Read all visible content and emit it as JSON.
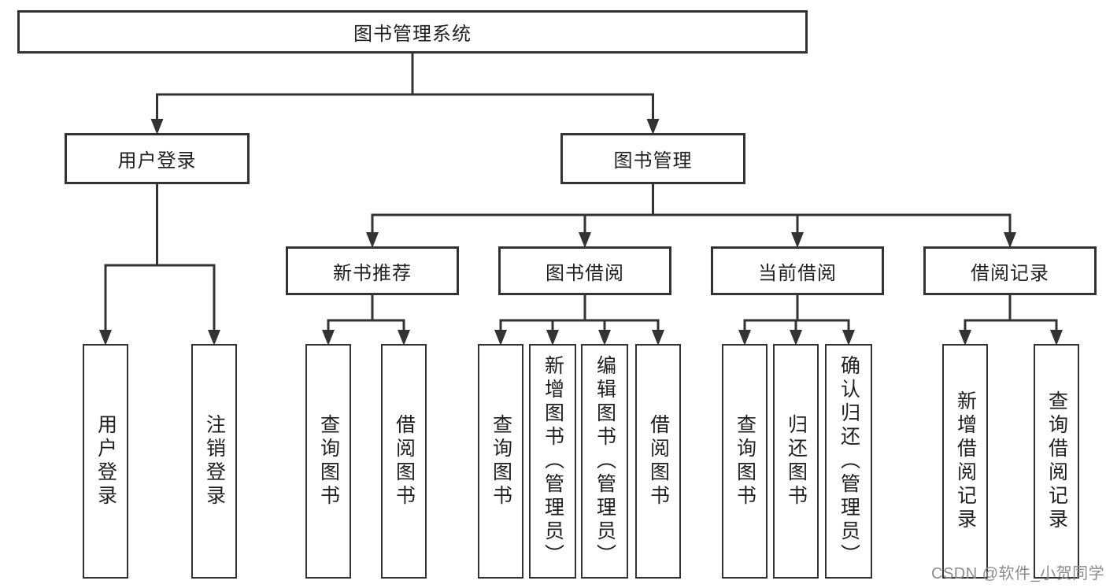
{
  "diagram": {
    "title": "图书管理系统",
    "nodes": [
      {
        "id": "root",
        "label": "图书管理系统",
        "vertical": false
      },
      {
        "id": "user-login",
        "label": "用户登录",
        "parent": "root",
        "vertical": false
      },
      {
        "id": "book-mgmt",
        "label": "图书管理",
        "parent": "root",
        "vertical": false
      },
      {
        "id": "new-rec",
        "label": "新书推荐",
        "parent": "book-mgmt",
        "vertical": false
      },
      {
        "id": "book-borrow",
        "label": "图书借阅",
        "parent": "book-mgmt",
        "vertical": false
      },
      {
        "id": "current-borrow",
        "label": "当前借阅",
        "parent": "book-mgmt",
        "vertical": false
      },
      {
        "id": "borrow-records",
        "label": "借阅记录",
        "parent": "book-mgmt",
        "vertical": false
      },
      {
        "id": "leaf-user-login",
        "label": "用户登录",
        "parent": "user-login",
        "vertical": true
      },
      {
        "id": "leaf-logout",
        "label": "注销登录",
        "parent": "user-login",
        "vertical": true
      },
      {
        "id": "leaf-nr-query",
        "label": "查询图书",
        "parent": "new-rec",
        "vertical": true
      },
      {
        "id": "leaf-nr-borrow",
        "label": "借阅图书",
        "parent": "new-rec",
        "vertical": true
      },
      {
        "id": "leaf-bb-query",
        "label": "查询图书",
        "parent": "book-borrow",
        "vertical": true
      },
      {
        "id": "leaf-bb-add",
        "label": "新增图书（管理员）",
        "parent": "book-borrow",
        "vertical": true
      },
      {
        "id": "leaf-bb-edit",
        "label": "编辑图书（管理员）",
        "parent": "book-borrow",
        "vertical": true
      },
      {
        "id": "leaf-bb-borrow",
        "label": "借阅图书",
        "parent": "book-borrow",
        "vertical": true
      },
      {
        "id": "leaf-cb-query",
        "label": "查询图书",
        "parent": "current-borrow",
        "vertical": true
      },
      {
        "id": "leaf-cb-return",
        "label": "归还图书",
        "parent": "current-borrow",
        "vertical": true
      },
      {
        "id": "leaf-cb-confirm",
        "label": "确认归还（管理员）",
        "parent": "current-borrow",
        "vertical": true
      },
      {
        "id": "leaf-br-add",
        "label": "新增借阅记录",
        "parent": "borrow-records",
        "vertical": true
      },
      {
        "id": "leaf-br-query",
        "label": "查询借阅记录",
        "parent": "borrow-records",
        "vertical": true
      }
    ],
    "watermark": "CSDN @软件_小贺同学",
    "colors": {
      "line": "#333333",
      "box_border": "#333333",
      "text": "#1f1f1f",
      "background": "#ffffff",
      "watermark": "#8c8c8c"
    }
  }
}
